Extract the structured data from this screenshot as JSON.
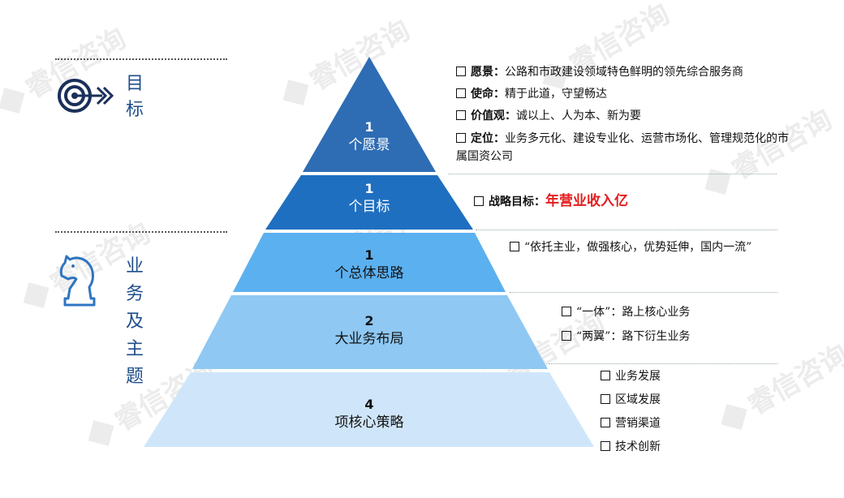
{
  "watermark": "睿信咨询",
  "sections": [
    {
      "chars": [
        "目",
        "标"
      ],
      "icon": "target-arrow-icon"
    },
    {
      "chars": [
        "业",
        "务",
        "及",
        "主",
        "题"
      ],
      "icon": "chess-knight-icon"
    }
  ],
  "pyramid": [
    {
      "num": "1",
      "label": "个愿景",
      "color": "#2e6db4"
    },
    {
      "num": "1",
      "label": "个目标",
      "color": "#1f6fc0"
    },
    {
      "num": "1",
      "label": "个总体思路",
      "color": "#5bb0f0"
    },
    {
      "num": "2",
      "label": "大业务布局",
      "color": "#8ec8f3"
    },
    {
      "num": "4",
      "label": "项核心策略",
      "color": "#cfe6fa"
    }
  ],
  "notes": {
    "vision": [
      {
        "head": "愿景：",
        "text": "公路和市政建设领域特色鲜明的领先综合服务商"
      },
      {
        "head": "使命：",
        "text": "精于此道，守望畅达"
      },
      {
        "head": "价值观：",
        "text": "诚以上、人为本、新为要"
      },
      {
        "head": "定位：",
        "text": "业务多元化、建设专业化、运营市场化、管理规范化的市属国资公司"
      }
    ],
    "goal": {
      "head": "战略目标：",
      "highlight": "年营业收入亿"
    },
    "thinking": {
      "text": "“依托主业，做强核心，优势延伸，国内一流”"
    },
    "layout": [
      "“一体”：路上核心业务",
      "“两翼”：路下衍生业务"
    ],
    "strategies": [
      "业务发展",
      "区域发展",
      "营销渠道",
      "技术创新"
    ]
  }
}
